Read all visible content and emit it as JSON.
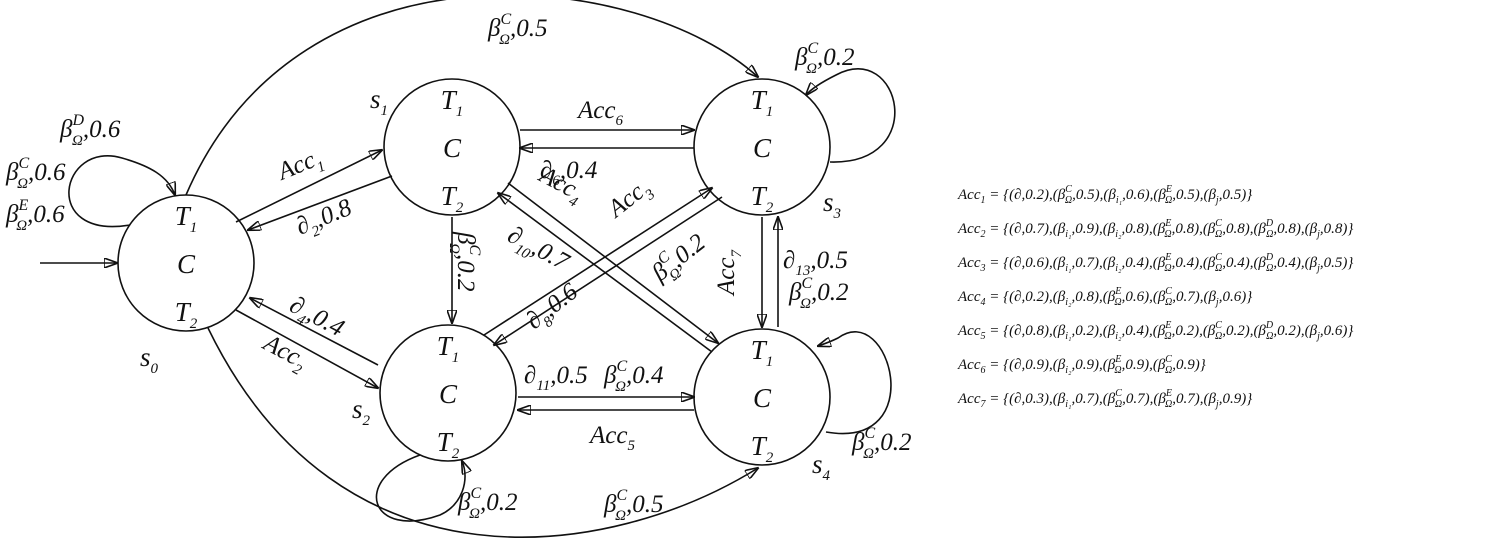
{
  "states": [
    {
      "id": "s0",
      "label": "s",
      "sub": "0",
      "rows": [
        {
          "t": "T",
          "s": "1"
        },
        {
          "t": "C",
          "s": ""
        },
        {
          "t": "T",
          "s": "2"
        }
      ]
    },
    {
      "id": "s1",
      "label": "s",
      "sub": "1",
      "rows": [
        {
          "t": "T",
          "s": "1"
        },
        {
          "t": "C",
          "s": ""
        },
        {
          "t": "T",
          "s": "2"
        }
      ]
    },
    {
      "id": "s2",
      "label": "s",
      "sub": "2",
      "rows": [
        {
          "t": "T",
          "s": "1"
        },
        {
          "t": "C",
          "s": ""
        },
        {
          "t": "T",
          "s": "2"
        }
      ]
    },
    {
      "id": "s3",
      "label": "s",
      "sub": "3",
      "rows": [
        {
          "t": "T",
          "s": "1"
        },
        {
          "t": "C",
          "s": ""
        },
        {
          "t": "T",
          "s": "2"
        }
      ]
    },
    {
      "id": "s4",
      "label": "s",
      "sub": "4",
      "rows": [
        {
          "t": "T",
          "s": "1"
        },
        {
          "t": "C",
          "s": ""
        },
        {
          "t": "T",
          "s": "2"
        }
      ]
    }
  ],
  "transitions": {
    "s0_s3_top": {
      "sym": "β",
      "sup": "C",
      "sub": "Ω",
      "val": ",0.5"
    },
    "s3_self": {
      "sym": "β",
      "sup": "C",
      "sub": "Ω",
      "val": ",0.2"
    },
    "s0_self_d": {
      "sym": "β",
      "sup": "D",
      "sub": "Ω",
      "val": ",0.6"
    },
    "s0_self_c": {
      "sym": "β",
      "sup": "C",
      "sub": "Ω",
      "val": ",0.6"
    },
    "s0_self_e": {
      "sym": "β",
      "sup": "E",
      "sub": "Ω",
      "val": ",0.6"
    },
    "s0_s1": {
      "sym": "Acc",
      "sub": "1",
      "val": ""
    },
    "s1_s0": {
      "sym": "∂",
      "sub": "2",
      "val": ",0.8"
    },
    "s1_s3": {
      "sym": "Acc",
      "sub": "6",
      "val": ""
    },
    "s3_s1": {
      "sym": "∂",
      "sub": "6",
      "val": ",0.4"
    },
    "s1_s4": {
      "sym": "Acc",
      "sub": "4",
      "val": ""
    },
    "s2_s3": {
      "sym": "Acc",
      "sub": "3",
      "val": ""
    },
    "s4_s1": {
      "sym": "∂",
      "sub": "10",
      "val": ",0.7"
    },
    "s3_s2": {
      "sym": "β",
      "sup": "C",
      "sub": "Ω",
      "val": ",0.2"
    },
    "s2_s3_d": {
      "sym": "∂",
      "sub": "8",
      "val": ",0.6"
    },
    "s1_s2": {
      "sym": "β",
      "sup": "C",
      "sub": "Ω",
      "val": ",0.2"
    },
    "s3_s4": {
      "sym": "Acc",
      "sub": "7",
      "val": ""
    },
    "s4_s3_d": {
      "sym": "∂",
      "sub": "13",
      "val": ",0.5"
    },
    "s4_s3_b": {
      "sym": "β",
      "sup": "C",
      "sub": "Ω",
      "val": ",0.2"
    },
    "s2_s0": {
      "sym": "∂",
      "sub": "4",
      "val": ",0.4"
    },
    "s0_s2": {
      "sym": "Acc",
      "sub": "2",
      "val": ""
    },
    "s2_s4_d": {
      "sym": "∂",
      "sub": "11",
      "val": ",0.5"
    },
    "s2_s4_b": {
      "sym": "β",
      "sup": "C",
      "sub": "Ω",
      "val": ",0.4"
    },
    "s4_s2": {
      "sym": "Acc",
      "sub": "5",
      "val": ""
    },
    "s4_self": {
      "sym": "β",
      "sup": "C",
      "sub": "Ω",
      "val": ",0.2"
    },
    "s2_self": {
      "sym": "β",
      "sup": "C",
      "sub": "Ω",
      "val": ",0.2"
    },
    "s0_s4_bottom": {
      "sym": "β",
      "sup": "C",
      "sub": "Ω",
      "val": ",0.5"
    }
  },
  "definitions": [
    {
      "name": "Acc",
      "sub": "1",
      "terms": [
        {
          "b": "∂",
          "sub": "",
          "sup": "",
          "p": "0.2"
        },
        {
          "b": "β",
          "sub": "Ω",
          "sup": "C",
          "p": "0.5"
        },
        {
          "b": "β",
          "sub": "i₁",
          "sup": "",
          "p": "0.6"
        },
        {
          "b": "β",
          "sub": "Ω",
          "sup": "E",
          "p": "0.5"
        },
        {
          "b": "β",
          "sub": "j",
          "sup": "",
          "p": "0.5"
        }
      ]
    },
    {
      "name": "Acc",
      "sub": "2",
      "terms": [
        {
          "b": "∂",
          "sub": "",
          "sup": "",
          "p": "0.7"
        },
        {
          "b": "β",
          "sub": "i₁",
          "sup": "",
          "p": "0.9"
        },
        {
          "b": "β",
          "sub": "i₂",
          "sup": "",
          "p": "0.8"
        },
        {
          "b": "β",
          "sub": "Ω",
          "sup": "E",
          "p": "0.8"
        },
        {
          "b": "β",
          "sub": "Ω",
          "sup": "C",
          "p": "0.8"
        },
        {
          "b": "β",
          "sub": "Ω",
          "sup": "D",
          "p": "0.8"
        },
        {
          "b": "β",
          "sub": "j",
          "sup": "",
          "p": "0.8"
        }
      ]
    },
    {
      "name": "Acc",
      "sub": "3",
      "terms": [
        {
          "b": "∂",
          "sub": "",
          "sup": "",
          "p": "0.6"
        },
        {
          "b": "β",
          "sub": "i₁",
          "sup": "",
          "p": "0.7"
        },
        {
          "b": "β",
          "sub": "i₂",
          "sup": "",
          "p": "0.4"
        },
        {
          "b": "β",
          "sub": "Ω",
          "sup": "E",
          "p": "0.4"
        },
        {
          "b": "β",
          "sub": "Ω",
          "sup": "C",
          "p": "0.4"
        },
        {
          "b": "β",
          "sub": "Ω",
          "sup": "D",
          "p": "0.4"
        },
        {
          "b": "β",
          "sub": "j",
          "sup": "",
          "p": "0.5"
        }
      ]
    },
    {
      "name": "Acc",
      "sub": "4",
      "terms": [
        {
          "b": "∂",
          "sub": "",
          "sup": "",
          "p": "0.2"
        },
        {
          "b": "β",
          "sub": "i₂",
          "sup": "",
          "p": "0.8"
        },
        {
          "b": "β",
          "sub": "Ω",
          "sup": "E",
          "p": "0.6"
        },
        {
          "b": "β",
          "sub": "Ω",
          "sup": "C",
          "p": "0.7"
        },
        {
          "b": "β",
          "sub": "j",
          "sup": "",
          "p": "0.6"
        }
      ]
    },
    {
      "name": "Acc",
      "sub": "5",
      "terms": [
        {
          "b": "∂",
          "sub": "",
          "sup": "",
          "p": "0.8"
        },
        {
          "b": "β",
          "sub": "i₁",
          "sup": "",
          "p": "0.2"
        },
        {
          "b": "β",
          "sub": "i₂",
          "sup": "",
          "p": "0.4"
        },
        {
          "b": "β",
          "sub": "Ω",
          "sup": "E",
          "p": "0.2"
        },
        {
          "b": "β",
          "sub": "Ω",
          "sup": "C",
          "p": "0.2"
        },
        {
          "b": "β",
          "sub": "Ω",
          "sup": "D",
          "p": "0.2"
        },
        {
          "b": "β",
          "sub": "j",
          "sup": "",
          "p": "0.6"
        }
      ]
    },
    {
      "name": "Acc",
      "sub": "6",
      "terms": [
        {
          "b": "∂",
          "sub": "",
          "sup": "",
          "p": "0.9"
        },
        {
          "b": "β",
          "sub": "i₂",
          "sup": "",
          "p": "0.9"
        },
        {
          "b": "β",
          "sub": "Ω",
          "sup": "E",
          "p": "0.9"
        },
        {
          "b": "β",
          "sub": "Ω",
          "sup": "C",
          "p": "0.9"
        }
      ]
    },
    {
      "name": "Acc",
      "sub": "7",
      "terms": [
        {
          "b": "∂",
          "sub": "",
          "sup": "",
          "p": "0.3"
        },
        {
          "b": "β",
          "sub": "i₁",
          "sup": "",
          "p": "0.7"
        },
        {
          "b": "β",
          "sub": "Ω",
          "sup": "C",
          "p": "0.7"
        },
        {
          "b": "β",
          "sub": "Ω",
          "sup": "E",
          "p": "0.7"
        },
        {
          "b": "β",
          "sub": "j",
          "sup": "",
          "p": "0.9"
        }
      ]
    }
  ]
}
